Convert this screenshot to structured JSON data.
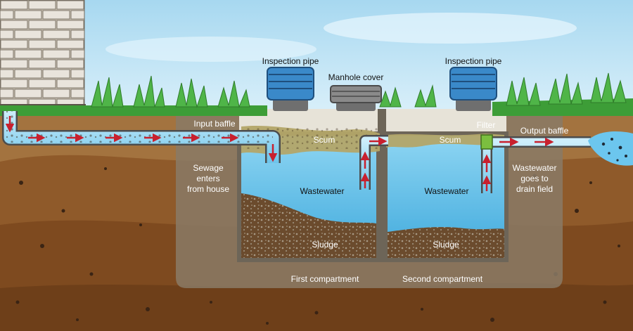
{
  "labels": {
    "inspection_pipe_left": "Inspection pipe",
    "inspection_pipe_right": "Inspection pipe",
    "manhole_cover": "Manhole cover",
    "input_baffle": "Input baffle",
    "output_baffle": "Output baffle",
    "filter": "Filter",
    "scum_first": "Scum",
    "scum_second": "Scum",
    "wastewater_first": "Wastewater",
    "wastewater_second": "Wastewater",
    "sludge_first": "Sludge",
    "sludge_second": "Sludge",
    "sewage_line1": "Sewage",
    "sewage_line2": "enters",
    "sewage_line3": "from house",
    "drain_line1": "Wastewater",
    "drain_line2": "goes to",
    "drain_line3": "drain field",
    "first_compartment": "First compartment",
    "second_compartment": "Second compartment"
  },
  "colors": {
    "sky": "#b9e3f5",
    "soil_top": "#a0703f",
    "soil_deep": "#8a4f22",
    "tank_wall": "#8a7a66",
    "water": "#5fc1ea",
    "scum": "#b9a76a",
    "sludge": "#6a4a2c",
    "grass": "#3fa53a",
    "flow_arrow": "#c8202e"
  }
}
